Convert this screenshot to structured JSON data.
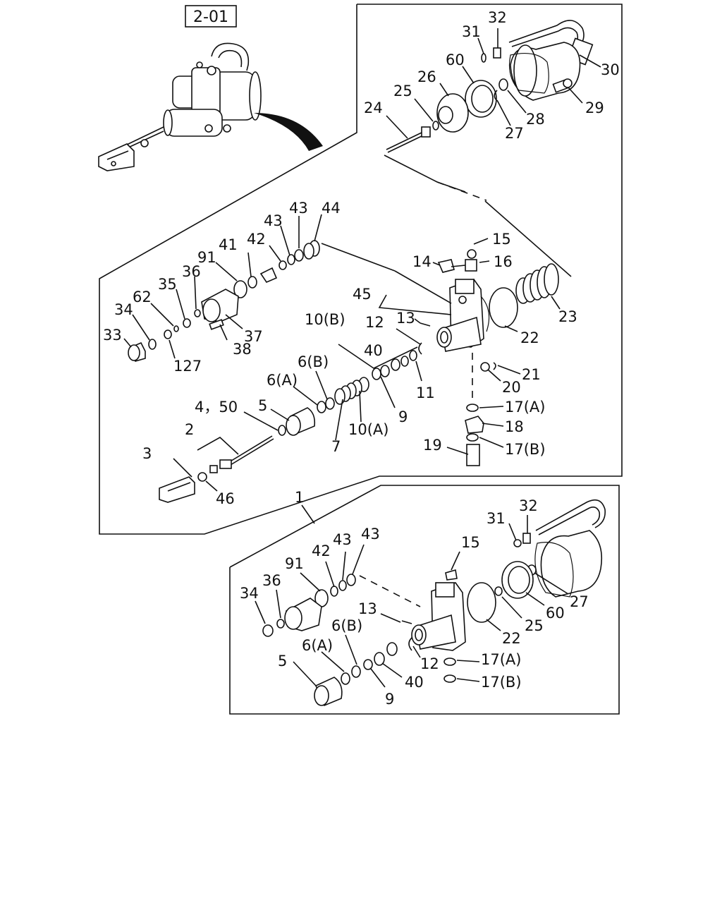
{
  "reference": "2-01",
  "callouts": {
    "top": [
      {
        "id": "t32",
        "text": "32"
      },
      {
        "id": "t31",
        "text": "31"
      },
      {
        "id": "t30",
        "text": "30"
      },
      {
        "id": "t60",
        "text": "60"
      },
      {
        "id": "t26",
        "text": "26"
      },
      {
        "id": "t25",
        "text": "25"
      },
      {
        "id": "t24",
        "text": "24"
      },
      {
        "id": "t29",
        "text": "29"
      },
      {
        "id": "t28",
        "text": "28"
      },
      {
        "id": "t27",
        "text": "27"
      }
    ],
    "middle": [
      {
        "id": "m43a",
        "text": "43"
      },
      {
        "id": "m43b",
        "text": "43"
      },
      {
        "id": "m44",
        "text": "44"
      },
      {
        "id": "m41",
        "text": "41"
      },
      {
        "id": "m42",
        "text": "42"
      },
      {
        "id": "m91",
        "text": "91"
      },
      {
        "id": "m35",
        "text": "35"
      },
      {
        "id": "m36",
        "text": "36"
      },
      {
        "id": "m62",
        "text": "62"
      },
      {
        "id": "m34",
        "text": "34"
      },
      {
        "id": "m33",
        "text": "33"
      },
      {
        "id": "m127",
        "text": "127"
      },
      {
        "id": "m37",
        "text": "37"
      },
      {
        "id": "m38",
        "text": "38"
      },
      {
        "id": "m15",
        "text": "15"
      },
      {
        "id": "m14",
        "text": "14"
      },
      {
        "id": "m16",
        "text": "16"
      },
      {
        "id": "m45",
        "text": "45"
      },
      {
        "id": "m13",
        "text": "13"
      },
      {
        "id": "m10b",
        "text": "10(B)"
      },
      {
        "id": "m12",
        "text": "12"
      },
      {
        "id": "m40",
        "text": "40"
      },
      {
        "id": "m11",
        "text": "11"
      },
      {
        "id": "m22",
        "text": "22"
      },
      {
        "id": "m23",
        "text": "23"
      },
      {
        "id": "m21",
        "text": "21"
      },
      {
        "id": "m20",
        "text": "20"
      },
      {
        "id": "m6b",
        "text": "6(B)"
      },
      {
        "id": "m6a",
        "text": "6(A)"
      },
      {
        "id": "m9",
        "text": "9"
      },
      {
        "id": "m10a",
        "text": "10(A)"
      },
      {
        "id": "m7",
        "text": "7"
      },
      {
        "id": "m450",
        "text": "4，50"
      },
      {
        "id": "m5",
        "text": "5"
      },
      {
        "id": "m2",
        "text": "2"
      },
      {
        "id": "m3",
        "text": "3"
      },
      {
        "id": "m46",
        "text": "46"
      },
      {
        "id": "m17a",
        "text": "17(A)"
      },
      {
        "id": "m18",
        "text": "18"
      },
      {
        "id": "m19",
        "text": "19"
      },
      {
        "id": "m17b",
        "text": "17(B)"
      }
    ],
    "bottom": [
      {
        "id": "b1",
        "text": "1"
      },
      {
        "id": "b31",
        "text": "31"
      },
      {
        "id": "b32",
        "text": "32"
      },
      {
        "id": "b15",
        "text": "15"
      },
      {
        "id": "b43a",
        "text": "43"
      },
      {
        "id": "b43b",
        "text": "43"
      },
      {
        "id": "b42",
        "text": "42"
      },
      {
        "id": "b91",
        "text": "91"
      },
      {
        "id": "b36",
        "text": "36"
      },
      {
        "id": "b34",
        "text": "34"
      },
      {
        "id": "b27",
        "text": "27"
      },
      {
        "id": "b60",
        "text": "60"
      },
      {
        "id": "b25",
        "text": "25"
      },
      {
        "id": "b22",
        "text": "22"
      },
      {
        "id": "b13",
        "text": "13"
      },
      {
        "id": "b6b",
        "text": "6(B)"
      },
      {
        "id": "b6a",
        "text": "6(A)"
      },
      {
        "id": "b5",
        "text": "5"
      },
      {
        "id": "b12",
        "text": "12"
      },
      {
        "id": "b17a",
        "text": "17(A)"
      },
      {
        "id": "b17b",
        "text": "17(B)"
      },
      {
        "id": "b40",
        "text": "40"
      },
      {
        "id": "b9",
        "text": "9"
      }
    ]
  }
}
